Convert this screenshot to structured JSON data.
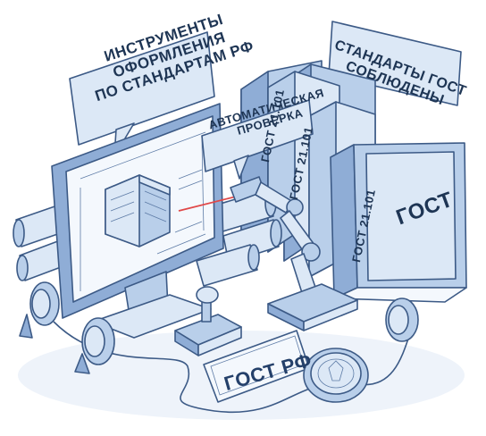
{
  "callouts": {
    "tools": [
      "ИНСТРУМЕНТЫ",
      "ОФОРМЛЕНИЯ",
      "ПО СТАНДАРТАМ РФ"
    ],
    "auto_check": [
      "АВТОМАТИЧЕСКАЯ",
      "ПРОВЕРКА"
    ],
    "standards": [
      "СТАНДАРТЫ ГОСТ",
      "СОБЛЮДЕНЫ"
    ]
  },
  "books": {
    "spine_1": "ГОСТ 21.101",
    "spine_2": "ГОСТ 21.101",
    "spine_3": "ГОСТ 21.101",
    "cover": "ГОСТ"
  },
  "stamp_plate": "ГОСТ РФ",
  "colors": {
    "outline": "#3c5a86",
    "fill_light": "#dce8f6",
    "fill_mid": "#b9cfea",
    "fill_dark": "#8fadd6",
    "laser": "#e04848"
  }
}
